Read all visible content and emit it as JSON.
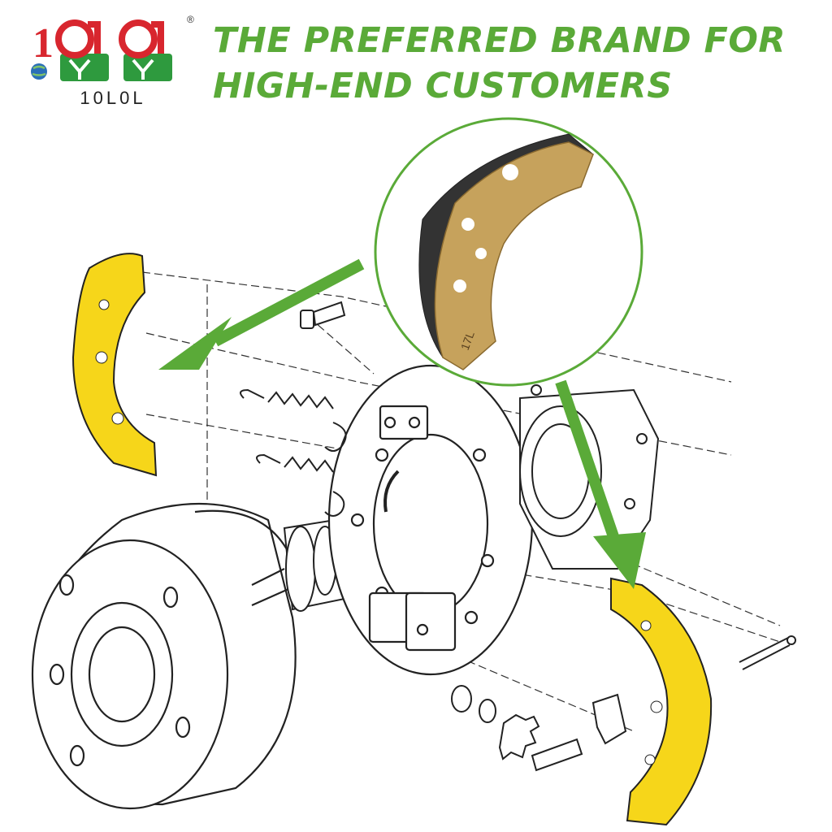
{
  "brand": {
    "logo_text": "10L0L",
    "registered_mark": "®",
    "logo_colors": {
      "red": "#d8262e",
      "green": "#2e9a3e",
      "globe": "#2a6fb8"
    }
  },
  "headline": {
    "line1": "THE PREFERRED BRAND FOR",
    "line2": "HIGH-END CUSTOMERS",
    "color": "#5aaa38"
  },
  "diagram": {
    "inset_part_marking": "17L",
    "highlight_color": "#f6d61a",
    "arrow_color": "#5aaa38",
    "icons": [
      "brake-shoe-icon",
      "brake-drum-icon",
      "backing-plate-icon",
      "spring-icon",
      "bolt-icon",
      "cotter-pin-icon"
    ]
  }
}
